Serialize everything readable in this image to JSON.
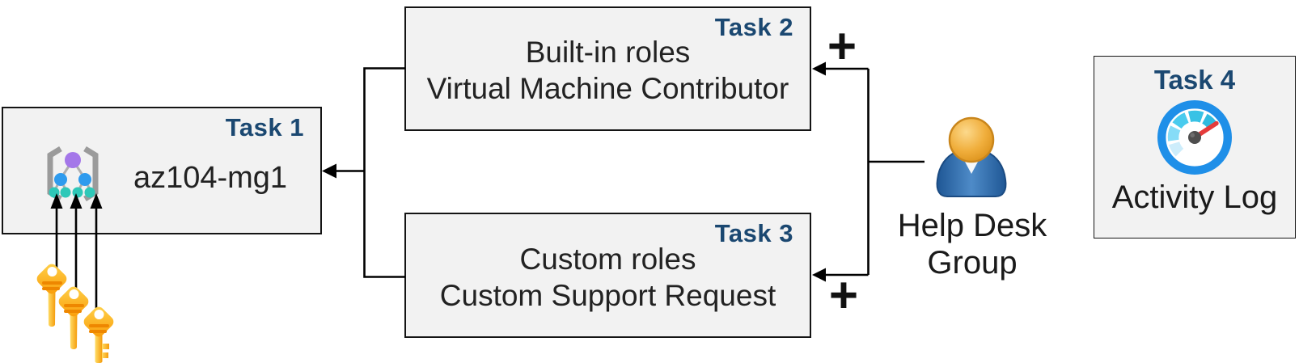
{
  "tasks": [
    {
      "label": "Task 1",
      "title": "az104-mg1",
      "icon": "management-group-icon"
    },
    {
      "label": "Task 2",
      "line1": "Built-in roles",
      "line2": "Virtual Machine Contributor"
    },
    {
      "label": "Task 3",
      "line1": "Custom roles",
      "line2": "Custom Support Request"
    },
    {
      "label": "Task 4",
      "title": "Activity Log",
      "icon": "gauge-speedometer-icon"
    }
  ],
  "actor": {
    "line1": "Help Desk",
    "line2": "Group",
    "icon": "user-person-icon"
  },
  "plus": "+",
  "icons": {
    "task1": "management-group-icon",
    "task4": "gauge-speedometer-icon",
    "actor": "user-person-icon",
    "bottom_left": "key-icon",
    "connectors": "arrow-connector"
  },
  "colors": {
    "task_label_navy": "#1B4871",
    "box_fill": "#F2F2F2",
    "box_border": "#141414",
    "connector_black": "#000000",
    "key_gold": "#F9A907",
    "gauge_ring_blue": "#1F8FE8",
    "gauge_teal": "#38C2E5",
    "needle_red": "#E53B3B",
    "person_body_blue": "#2F6CB3",
    "person_head_orange": "#EDA93E",
    "mg_purple": "#A477E9",
    "mg_blue": "#2E9BEE",
    "mg_teal": "#2EC8B8"
  }
}
